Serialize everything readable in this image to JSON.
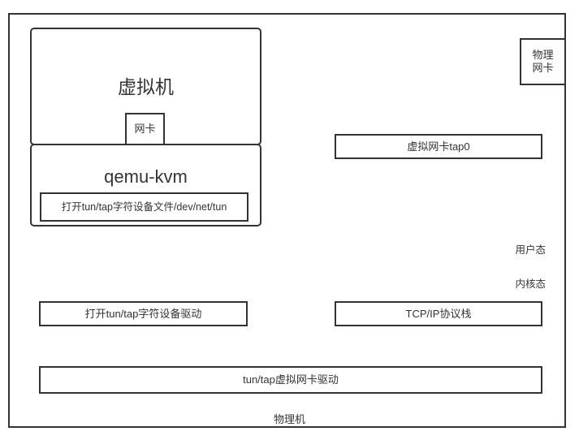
{
  "diagram": {
    "title_label": "物理机",
    "boxes": {
      "vm": "虚拟机",
      "vm_nic": "网卡",
      "qemu": "qemu-kvm",
      "qemu_inner": "打开tun/tap字符设备文件/dev/net/tun",
      "tap0": "虚拟网卡tap0",
      "physical_nic_line1": "物理",
      "physical_nic_line2": "网卡",
      "char_device_driver": "打开tun/tap字符设备驱动",
      "tcpip_stack": "TCP/IP协议栈",
      "tuntap_driver": "tun/tap虚拟网卡驱动"
    },
    "mode_labels": {
      "user_mode": "用户态",
      "kernel_mode": "内核态"
    },
    "colors": {
      "stroke": "#333333",
      "background": "#ffffff",
      "text": "#333333"
    },
    "connectors": [
      {
        "name": "vm-nic-to-qemu",
        "type": "double-arrow",
        "orientation": "vertical"
      },
      {
        "name": "qemu-to-char-driver",
        "type": "double-arrow",
        "orientation": "vertical",
        "crosses": "user-kernel-boundary"
      },
      {
        "name": "char-driver-to-tuntap-driver",
        "type": "double-arrow",
        "orientation": "vertical"
      },
      {
        "name": "tap0-to-tcpip",
        "type": "double-arrow",
        "orientation": "vertical",
        "crosses": "user-kernel-boundary"
      },
      {
        "name": "tcpip-to-tuntap-driver",
        "type": "double-arrow",
        "orientation": "vertical"
      }
    ],
    "boundary": {
      "name": "user-kernel-dashed-line",
      "style": "dashed"
    }
  }
}
